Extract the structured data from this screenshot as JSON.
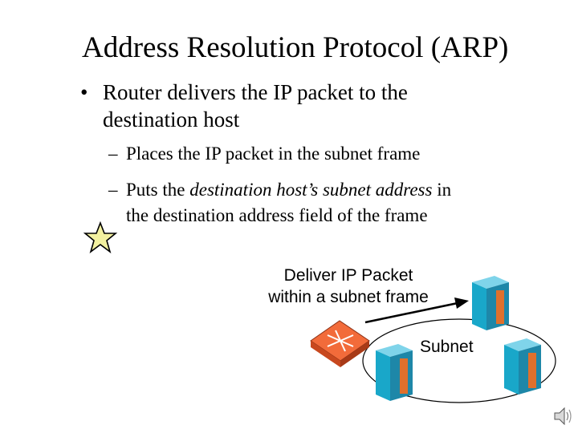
{
  "slide": {
    "title": "Address Resolution Protocol (ARP)",
    "bullet": {
      "marker": "•",
      "text": "Router delivers the IP packet to the destination host"
    },
    "subbullets": [
      {
        "marker": "–",
        "text": "Places the IP packet in the subnet frame"
      },
      {
        "marker": "–",
        "prefix": "Puts the ",
        "emphasis": "destination host’s subnet address",
        "suffix": " in",
        "continuation": "the destination address field of the frame"
      }
    ]
  },
  "diagram": {
    "deliver_label_line1": "Deliver IP Packet",
    "deliver_label_line2": "within a subnet frame",
    "subnet_label": "Subnet",
    "colors": {
      "router": "#f26b3a",
      "server_front": "#19a7c9",
      "server_side": "#1e87a8",
      "server_top": "#7fd4ea",
      "server_panel": "#e0702c",
      "star_fill": "#f3f1a0"
    },
    "icons": [
      "router-icon",
      "server-icon",
      "star-icon",
      "speaker-icon"
    ]
  }
}
